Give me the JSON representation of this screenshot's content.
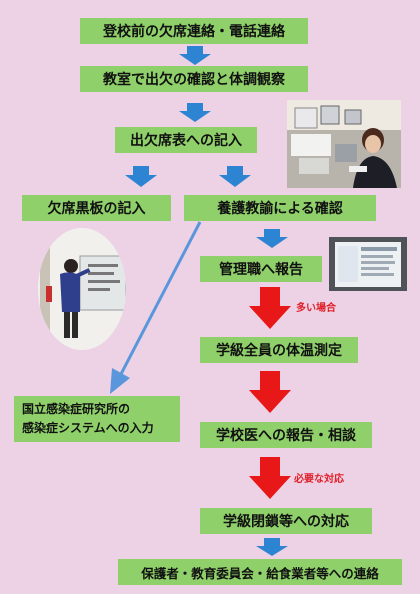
{
  "flow": {
    "step1": "登校前の欠席連絡・電話連絡",
    "step2": "教室で出欠の確認と体調観察",
    "step3": "出欠席表への記入",
    "step4a": "欠席黒板の記入",
    "step4b": "養護教諭による確認",
    "step5": "管理職へ報告",
    "step6": "学級全員の体温測定",
    "step7": "学校医への報告・相談",
    "step8": "学級閉鎖等への対応",
    "step9": "保護者・教育委員会・給食業者等への連絡",
    "side": {
      "line1": "国立感染症研究所の",
      "line2": "感染症システムへの入力"
    }
  },
  "notes": {
    "many_cases": "多い場合",
    "necessary_response": "必要な対応"
  },
  "colors": {
    "background": "#ecd2e4",
    "box": "#8fd06a",
    "blue_arrow": "#2d84d2",
    "red_arrow": "#e81818"
  }
}
